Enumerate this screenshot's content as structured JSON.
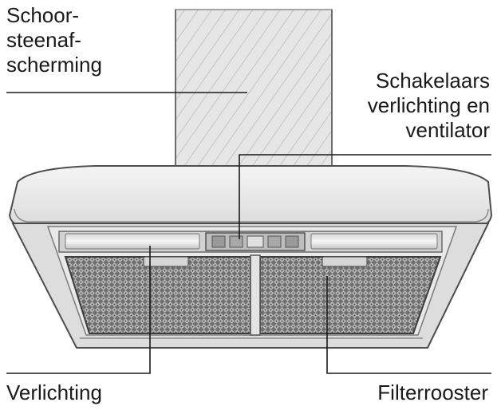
{
  "labels": {
    "chimney_cover": [
      "Schoor-",
      "steenaf-",
      "scherming"
    ],
    "switches": [
      "Schakelaars",
      "verlichting en",
      "ventilator"
    ],
    "lighting": "Verlichting",
    "filter_grille": "Filterrooster"
  },
  "colors": {
    "line": "#1a1a1a",
    "steel": "#ececec",
    "steel_dark": "#cfcfcf",
    "mesh": "#8a8a8a",
    "background": "#ffffff"
  }
}
